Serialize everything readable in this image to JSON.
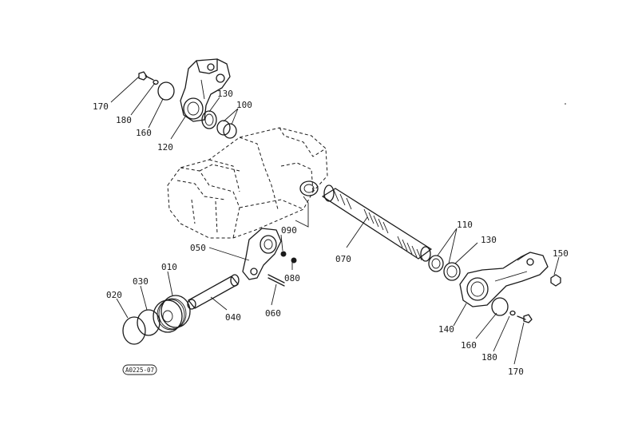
{
  "figure_ref": "A0225-07",
  "callouts": [
    {
      "key": "c170a",
      "text": "170"
    },
    {
      "key": "c180a",
      "text": "180"
    },
    {
      "key": "c160a",
      "text": "160"
    },
    {
      "key": "c120",
      "text": "120"
    },
    {
      "key": "c130a",
      "text": "130"
    },
    {
      "key": "c100",
      "text": "100"
    },
    {
      "key": "c110",
      "text": "110"
    },
    {
      "key": "c130b",
      "text": "130"
    },
    {
      "key": "c150",
      "text": "150"
    },
    {
      "key": "c090",
      "text": "090"
    },
    {
      "key": "c050",
      "text": "050"
    },
    {
      "key": "c080",
      "text": "080"
    },
    {
      "key": "c070",
      "text": "070"
    },
    {
      "key": "c010",
      "text": "010"
    },
    {
      "key": "c030",
      "text": "030"
    },
    {
      "key": "c020",
      "text": "020"
    },
    {
      "key": "c040",
      "text": "040"
    },
    {
      "key": "c060",
      "text": "060"
    },
    {
      "key": "c140",
      "text": "140"
    },
    {
      "key": "c160b",
      "text": "160"
    },
    {
      "key": "c180b",
      "text": "180"
    },
    {
      "key": "c170b",
      "text": "170"
    }
  ]
}
